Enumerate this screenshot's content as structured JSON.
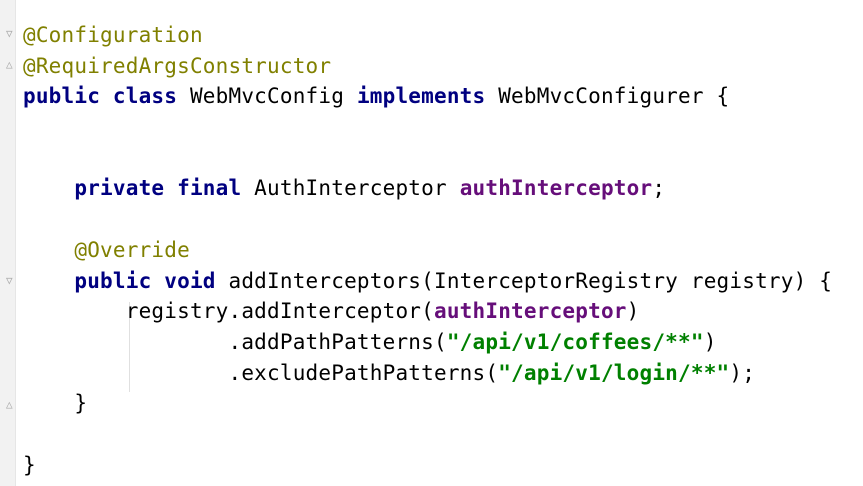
{
  "editor": {
    "lines": [
      {
        "id": "l1",
        "parts": [
          {
            "t": "@Configuration",
            "c": "ann"
          }
        ]
      },
      {
        "id": "l2",
        "parts": [
          {
            "t": "@RequiredArgsConstructor",
            "c": "ann"
          }
        ]
      },
      {
        "id": "l3",
        "parts": [
          {
            "t": "public",
            "c": "kw"
          },
          {
            "t": " ",
            "c": ""
          },
          {
            "t": "class",
            "c": "kw"
          },
          {
            "t": " WebMvcConfig ",
            "c": ""
          },
          {
            "t": "implements",
            "c": "kw"
          },
          {
            "t": " WebMvcConfigurer {",
            "c": ""
          }
        ]
      },
      {
        "id": "l4",
        "parts": []
      },
      {
        "id": "l5",
        "parts": []
      },
      {
        "id": "l6",
        "parts": [
          {
            "t": "    ",
            "c": ""
          },
          {
            "t": "private",
            "c": "kw"
          },
          {
            "t": " ",
            "c": ""
          },
          {
            "t": "final",
            "c": "kw"
          },
          {
            "t": " AuthInterceptor ",
            "c": ""
          },
          {
            "t": "authInterceptor",
            "c": "field"
          },
          {
            "t": ";",
            "c": ""
          }
        ]
      },
      {
        "id": "l7",
        "parts": []
      },
      {
        "id": "l8",
        "parts": [
          {
            "t": "    ",
            "c": ""
          },
          {
            "t": "@Override",
            "c": "ann"
          }
        ]
      },
      {
        "id": "l9",
        "parts": [
          {
            "t": "    ",
            "c": ""
          },
          {
            "t": "public",
            "c": "kw"
          },
          {
            "t": " ",
            "c": ""
          },
          {
            "t": "void",
            "c": "kw"
          },
          {
            "t": " addInterceptors(InterceptorRegistry registry) {",
            "c": ""
          }
        ]
      },
      {
        "id": "l10",
        "parts": [
          {
            "t": "        registry.addInterceptor(",
            "c": ""
          },
          {
            "t": "authInterceptor",
            "c": "field"
          },
          {
            "t": ")",
            "c": ""
          }
        ]
      },
      {
        "id": "l11",
        "parts": [
          {
            "t": "                .addPathPatterns(",
            "c": ""
          },
          {
            "t": "\"/api/v1/coffees/**\"",
            "c": "str"
          },
          {
            "t": ")",
            "c": ""
          }
        ]
      },
      {
        "id": "l12",
        "parts": [
          {
            "t": "                .excludePathPatterns(",
            "c": ""
          },
          {
            "t": "\"/api/v1/login/**\"",
            "c": "str"
          },
          {
            "t": ");",
            "c": ""
          }
        ]
      },
      {
        "id": "l13",
        "parts": [
          {
            "t": "    }",
            "c": ""
          }
        ]
      },
      {
        "id": "l14",
        "parts": []
      },
      {
        "id": "l15",
        "parts": [
          {
            "t": "}",
            "c": ""
          }
        ]
      }
    ]
  }
}
